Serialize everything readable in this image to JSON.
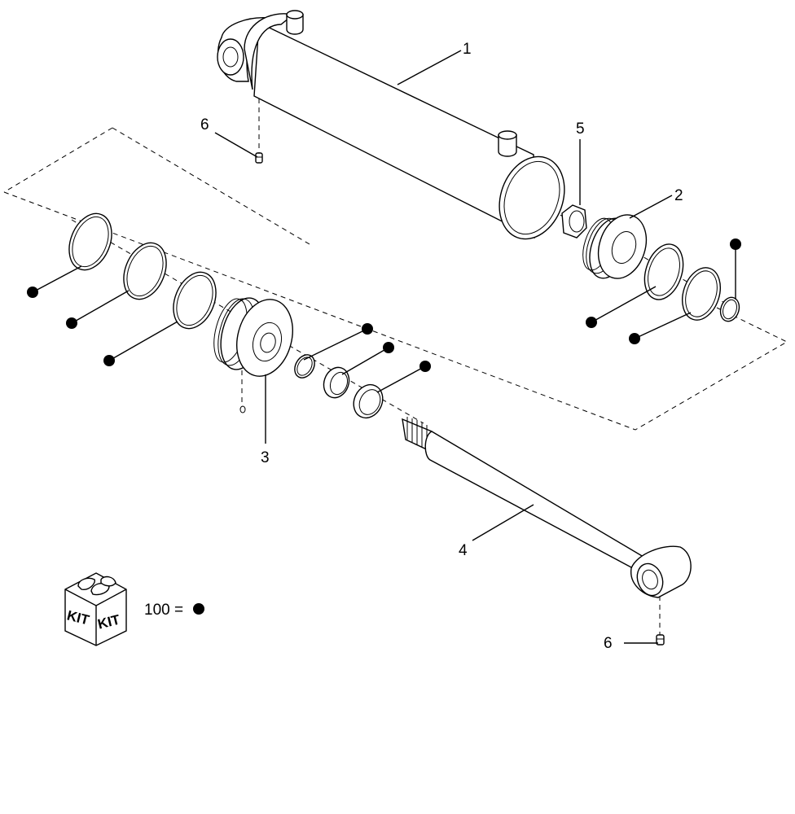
{
  "callouts": {
    "c1": "1",
    "c2": "2",
    "c3": "3",
    "c4": "4",
    "c5": "5",
    "c6a": "6",
    "c6b": "6"
  },
  "kit": {
    "label_left": "KIT",
    "label_right": "KIT",
    "legend_text": "100 ="
  },
  "colors": {
    "line": "#000000",
    "background": "#ffffff"
  }
}
